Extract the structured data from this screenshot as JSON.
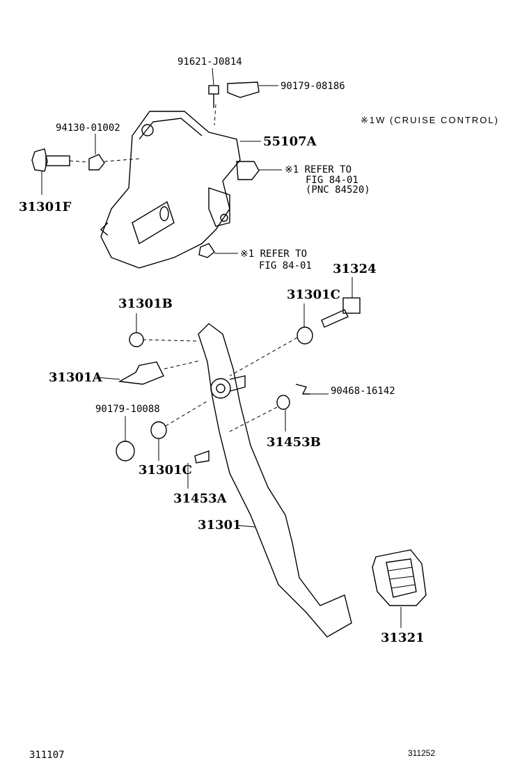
{
  "labels": {
    "p91621": "91621-J0814",
    "p90179a": "90179-08186",
    "cruise_note": "※1W (CRUISE CONTROL)",
    "p94130": "94130-01002",
    "p55107a": "55107A",
    "ref1_line1": "※1 REFER TO",
    "ref1_line2": "FIG 84-01",
    "ref1_line3": "(PNC 84520)",
    "p31301f": "31301F",
    "ref2_line1": "※1 REFER TO",
    "ref2_line2": "FIG 84-01",
    "p31324": "31324",
    "p31301b": "31301B",
    "p31301c_top": "31301C",
    "p31301a": "31301A",
    "p90468": "90468-16142",
    "p90179b": "90179-10088",
    "p31453b": "31453B",
    "p31301c_bottom": "31301C",
    "p31453a": "31453A",
    "p31301": "31301",
    "p31321": "31321"
  },
  "footer": {
    "figure_number": "311107",
    "image_code": "311252"
  }
}
